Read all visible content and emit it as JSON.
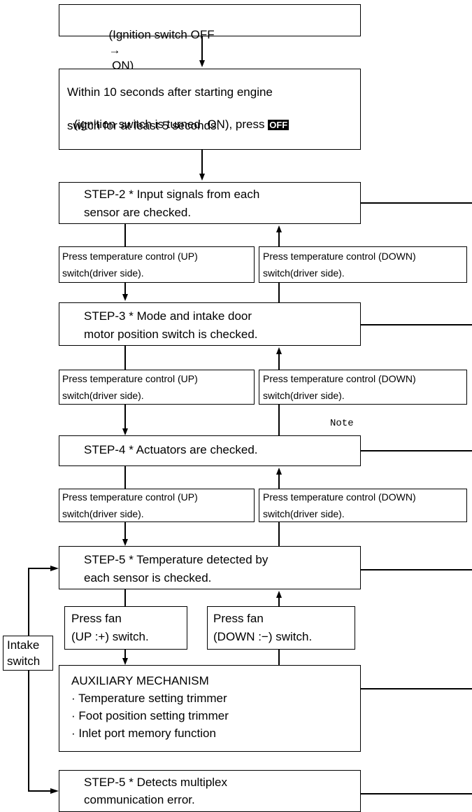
{
  "start_box": {
    "text": "(Ignition switch OFF",
    "arrow": "→",
    "text_end": " ON)"
  },
  "intro_box": {
    "line1": "Within 10 seconds after starting engine",
    "line2_pre": "(ignition switch is turned  ON), press ",
    "off_label": "OFF",
    "line3": "switch for at least 5 seconds."
  },
  "steps": [
    {
      "line1": "STEP-2 * Input signals from each",
      "line2": "sensor are checked."
    },
    {
      "line1": "STEP-3 * Mode and intake door",
      "line2": "motor position switch is checked."
    },
    {
      "line1": "STEP-4 * Actuators are checked.",
      "line2": ""
    },
    {
      "line1": "STEP-5 * Temperature detected by",
      "line2": "each sensor is checked."
    }
  ],
  "up_label": {
    "line1": "Press temperature control (UP)",
    "line2": "switch(driver side)."
  },
  "down_label": {
    "line1": "Press temperature control (DOWN)",
    "line2": "switch(driver side)."
  },
  "note": "Note",
  "fan_up": {
    "line1": "Press fan",
    "line2": "(UP :+) switch."
  },
  "fan_down": {
    "line1": "Press fan",
    "line2": "(DOWN :−) switch."
  },
  "intake_switch": {
    "line1": "Intake",
    "line2": "switch"
  },
  "aux": {
    "title": "AUXILIARY MECHANISM",
    "items": [
      "· Temperature setting trimmer",
      "· Foot position setting trimmer",
      "· Inlet port memory function"
    ]
  },
  "final_step": {
    "line1": "STEP-5 * Detects multiplex",
    "line2": "communication error."
  }
}
